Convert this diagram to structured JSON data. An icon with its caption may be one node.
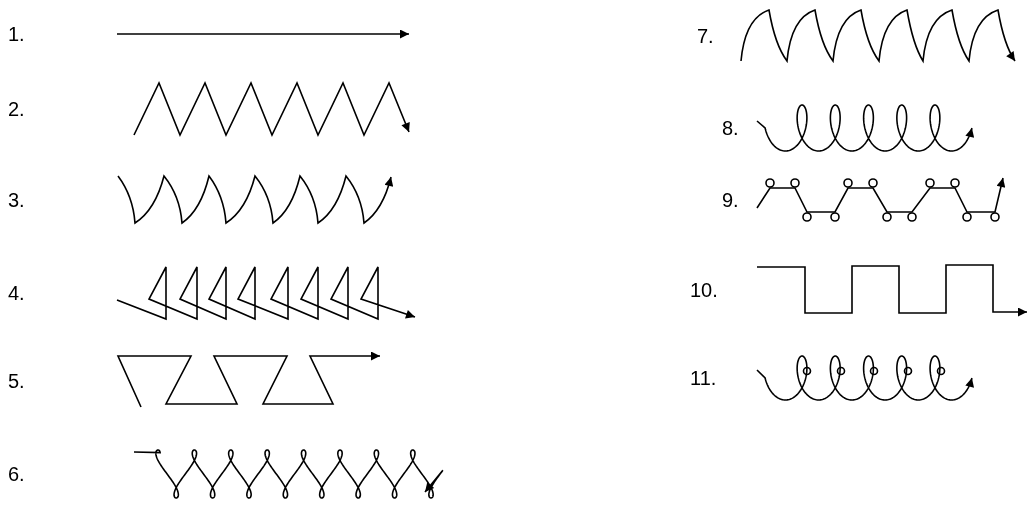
{
  "diagram": {
    "labels": [
      "1.",
      "2.",
      "3.",
      "4.",
      "5.",
      "6.",
      "7.",
      "8.",
      "9.",
      "10.",
      "11."
    ]
  }
}
